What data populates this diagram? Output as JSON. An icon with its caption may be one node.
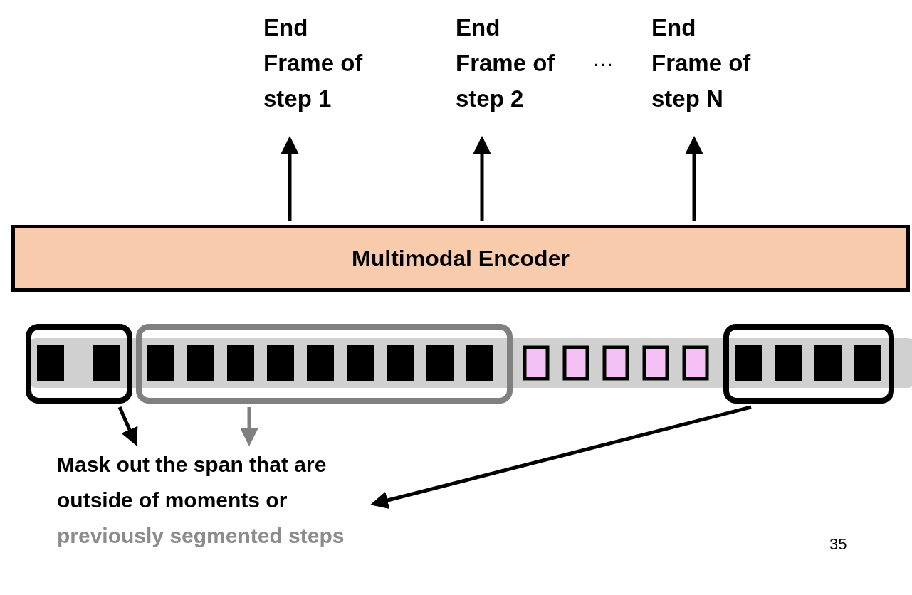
{
  "diagram": {
    "nodes": [
      {
        "text": [
          "End Frame of step 1"
        ]
      },
      {
        "text": [
          "End Frame of step 2"
        ]
      },
      {
        "text": [
          "End Frame of step N"
        ]
      },
      {
        "text": [
          "Multimodal Encoder"
        ]
      },
      {
        "text": [],
        "shape": "box"
      },
      {
        "text": [],
        "shape": "box"
      },
      {
        "text": [],
        "shape": "box"
      },
      {
        "text": [
          "Mask out the span that are outside of moments or",
          "previously segmented steps"
        ]
      }
    ],
    "edges": [
      {
        "from": 3,
        "to": 0,
        "arrow": "to"
      },
      {
        "from": 3,
        "to": 1,
        "arrow": "to"
      },
      {
        "from": 3,
        "to": 2,
        "arrow": "to"
      },
      {
        "from": 4,
        "to": 7,
        "arrow": "to"
      },
      {
        "from": 5,
        "to": 7,
        "arrow": "to",
        "color": "#808080"
      },
      {
        "from": 6,
        "to": 7,
        "arrow": "to"
      }
    ],
    "labels": [
      "…",
      "35"
    ]
  }
}
